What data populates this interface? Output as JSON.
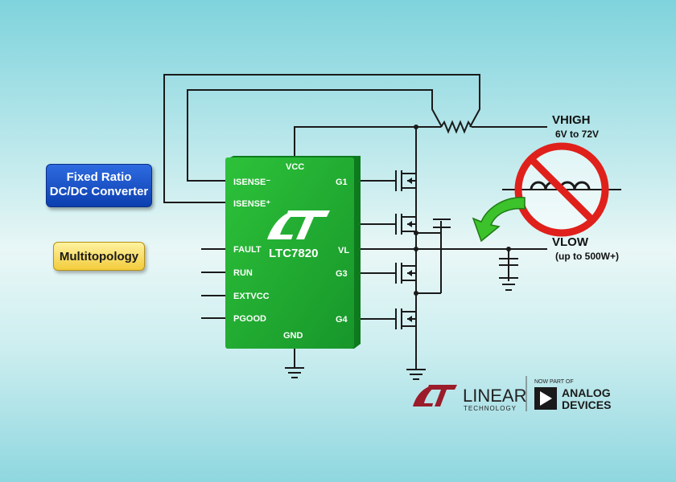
{
  "badges": {
    "converter_line1": "Fixed Ratio",
    "converter_line2": "DC/DC Converter",
    "topology": "Multitopology"
  },
  "chip": {
    "part_number": "LTC7820",
    "pins_left": [
      "ISENSE⁻",
      "ISENSE⁺",
      "FAULT",
      "RUN",
      "EXTVCC",
      "PGOOD"
    ],
    "pins_right": [
      "G1",
      "VL",
      "G3",
      "G4"
    ],
    "pin_top": "VCC",
    "pin_bottom": "GND"
  },
  "vhigh": {
    "label": "VHIGH",
    "range": "6V to 72V"
  },
  "vlow": {
    "label": "VLOW",
    "power": "(up to 500W+)"
  },
  "branding": {
    "linear_line1": "LINEAR",
    "linear_line2": "TECHNOLOGY",
    "now_part_of": "NOW PART OF",
    "analog_line1": "ANALOG",
    "analog_line2": "DEVICES"
  },
  "colors": {
    "chip": "#1fae2d",
    "wire": "#1a1a1a",
    "badge_blue": "#1550c8",
    "badge_yellow": "#f5d451",
    "no_symbol": "#e0201b",
    "arrow": "#3cc22a",
    "brand_red": "#9b1c2a"
  },
  "icons": [
    "no-inductor-icon",
    "green-arrow-icon",
    "lt-logo-icon",
    "analog-devices-triangle-icon"
  ]
}
